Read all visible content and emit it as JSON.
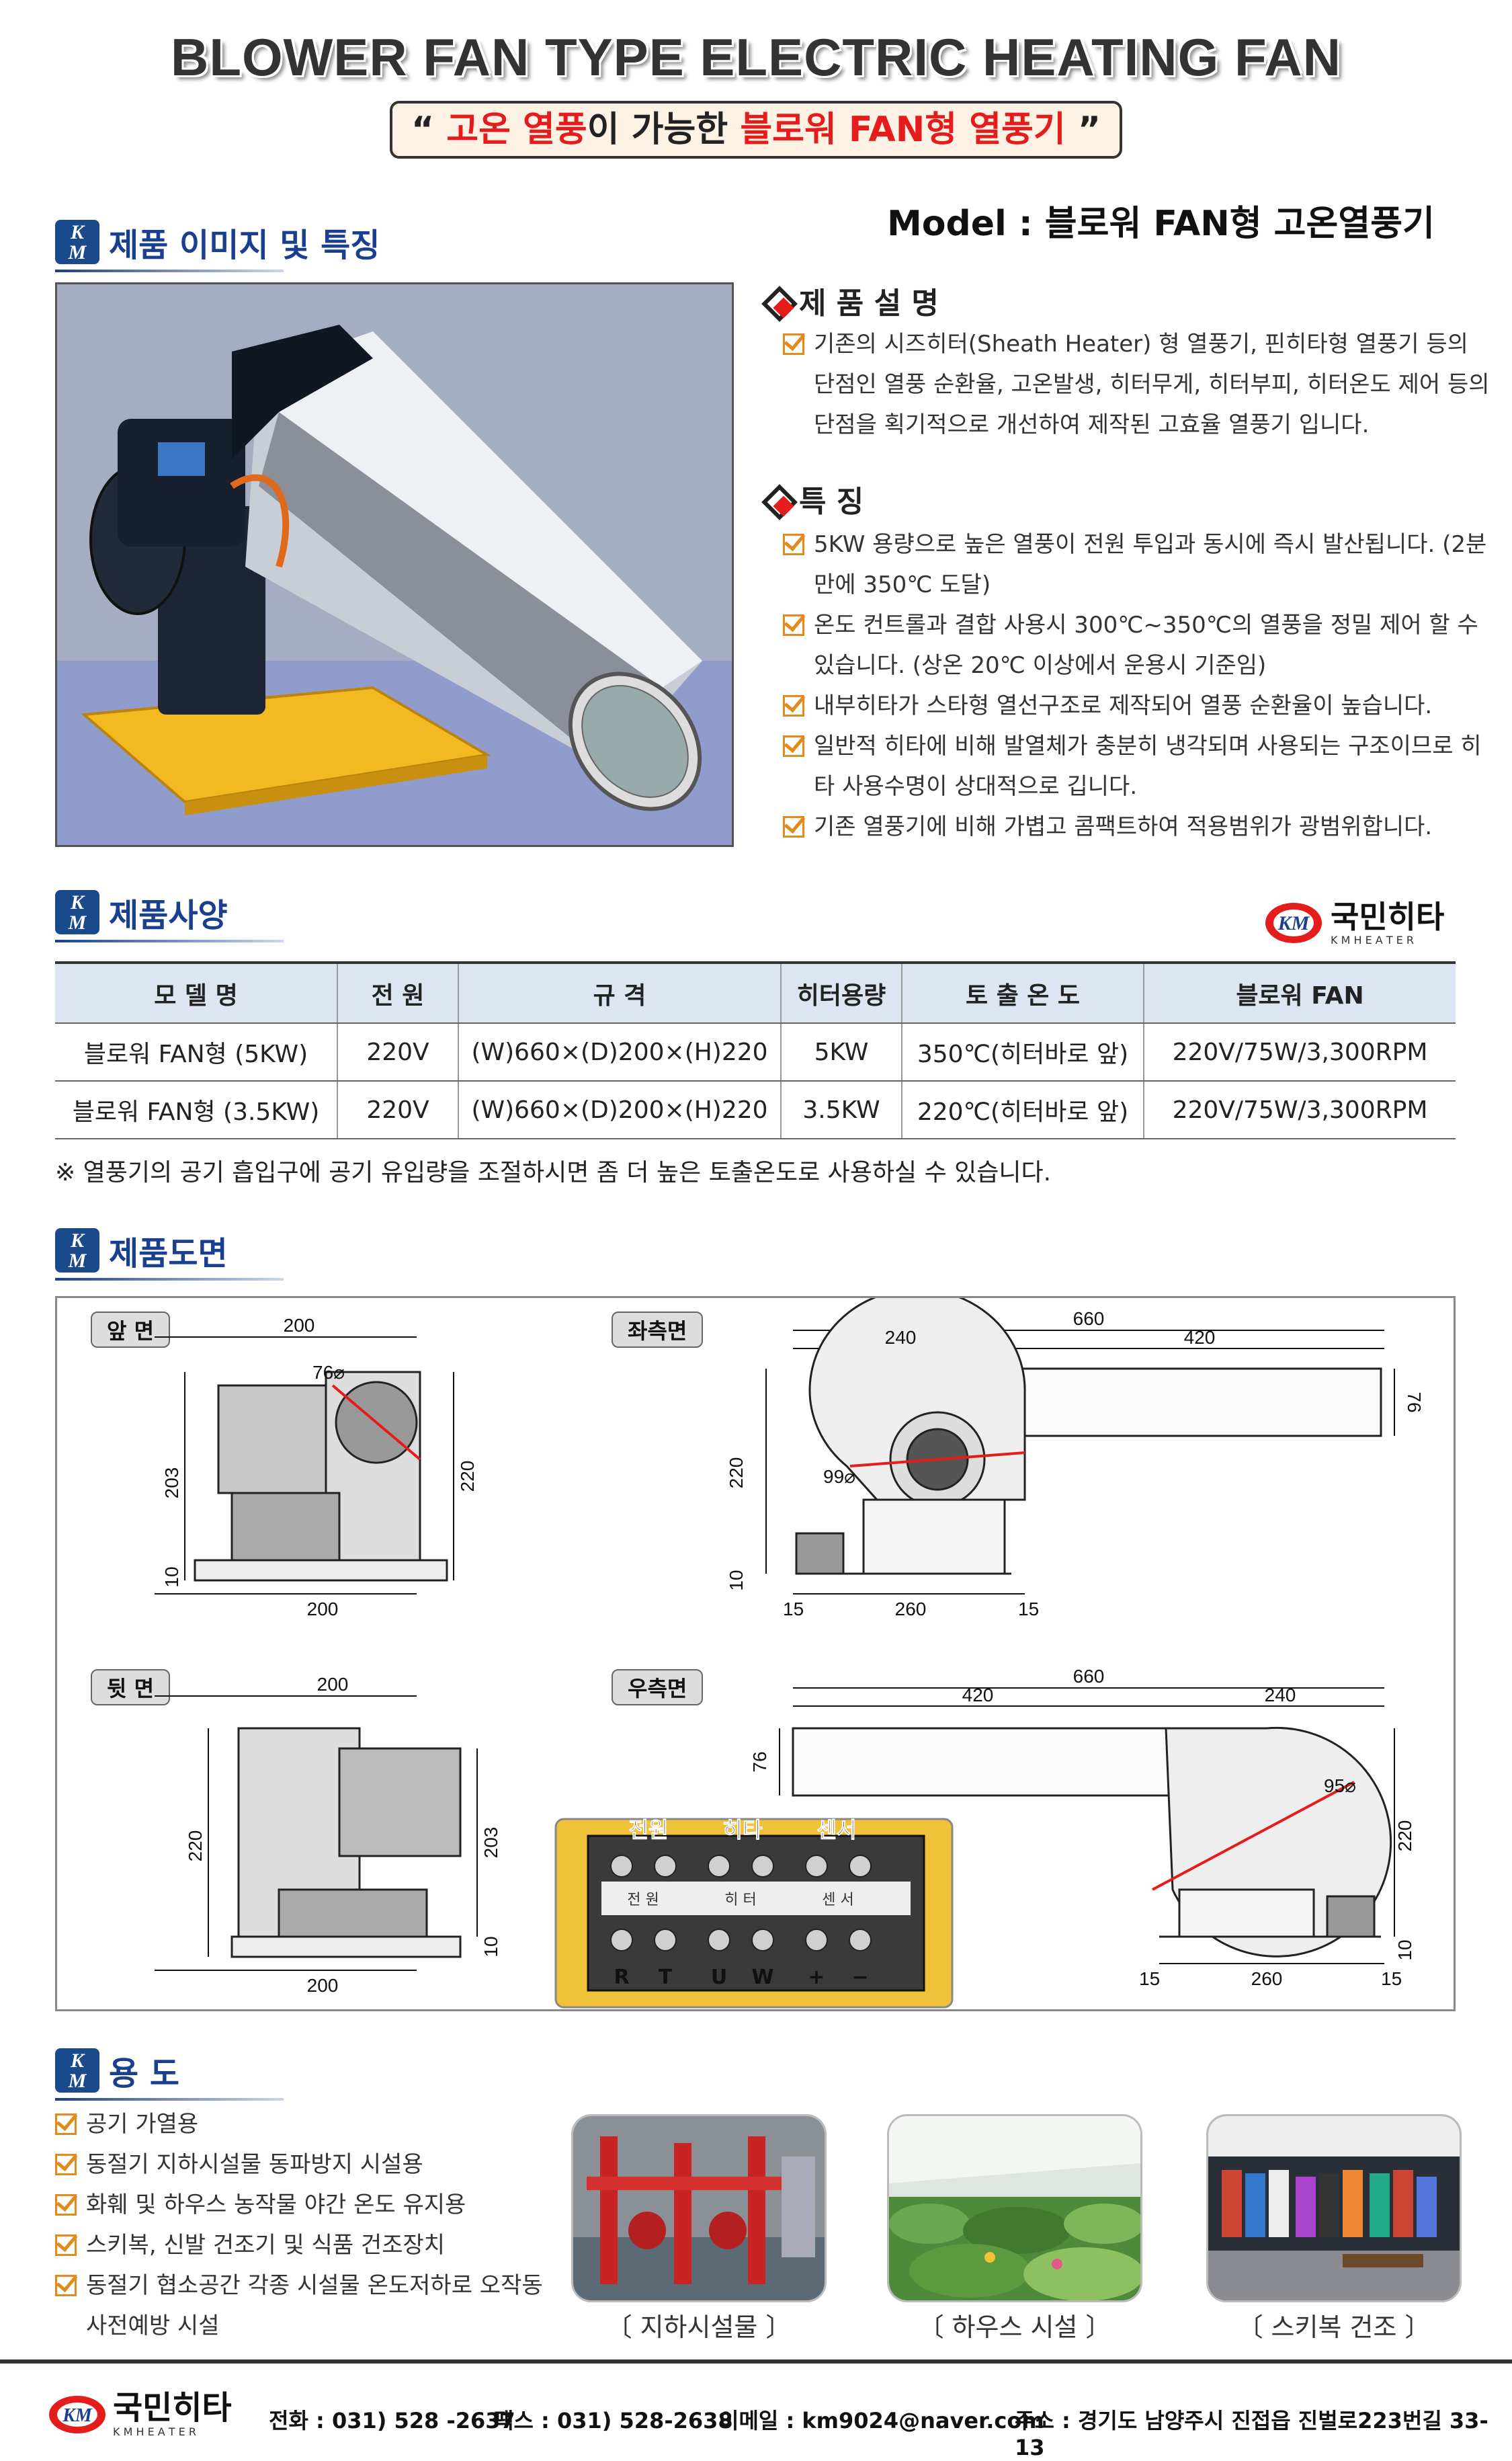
{
  "header": {
    "title": "BLOWER FAN TYPE ELECTRIC HEATING FAN",
    "subtitle_q1": "“",
    "subtitle_red1": "고온 열풍",
    "subtitle_mid": "이 가능한",
    "subtitle_red2": "블로워 FAN형 열풍기",
    "subtitle_q2": "”"
  },
  "section1": {
    "title": "제품 이미지 및 특징",
    "model": "Model : 블로워 FAN형 고온열풍기",
    "desc_title": "제 품 설 명",
    "desc": "기존의 시즈히터(Sheath Heater) 형 열풍기, 핀히타형 열풍기 등의 단점인 열풍 순환율, 고온발생, 히터무게, 히터부피, 히터온도 제어 등의 단점을 획기적으로 개선하여 제작된 고효율 열풍기 입니다.",
    "feat_title": "특 징",
    "features": [
      "5KW 용량으로 높은 열풍이 전원 투입과 동시에 즉시 발산됩니다. (2분만에 350℃ 도달)",
      "온도 컨트롤과 결합 사용시 300℃~350℃의 열풍을 정밀 제어 할 수 있습니다. (상온 20℃ 이상에서 운용시 기준임)",
      "내부히타가 스타형 열선구조로 제작되어 열풍 순환율이 높습니다.",
      "일반적 히타에 비해 발열체가 충분히 냉각되며 사용되는 구조이므로 히타 사용수명이 상대적으로 깁니다.",
      "기존 열풍기에 비해 가볍고 콤팩트하여 적용범위가 광범위합니다."
    ]
  },
  "section2": {
    "title": "제품사양",
    "brand": "국민히타",
    "brand_sub": "K M   H E A T E R",
    "headers": [
      "모 델 명",
      "전 원",
      "규      격",
      "히터용량",
      "토 출 온 도",
      "블로워 FAN"
    ],
    "rows": [
      [
        "블로워 FAN형 (5KW)",
        "220V",
        "(W)660×(D)200×(H)220",
        "5KW",
        "350℃(히터바로 앞)",
        "220V/75W/3,300RPM"
      ],
      [
        "블로워 FAN형 (3.5KW)",
        "220V",
        "(W)660×(D)200×(H)220",
        "3.5KW",
        "220℃(히터바로 앞)",
        "220V/75W/3,300RPM"
      ]
    ],
    "note": "※ 열풍기의 공기 흡입구에 공기 유입량을 조절하시면 좀 더 높은 토출온도로 사용하실 수 있습니다."
  },
  "section3": {
    "title": "제품도면",
    "front": "앞 면",
    "left": "좌측면",
    "back": "뒷 면",
    "right": "우측면",
    "terminal_top": [
      "전원",
      "히타",
      "센서"
    ],
    "terminal_plate": [
      "전  원",
      "히  터",
      "센  서"
    ],
    "terminal_bottom": [
      "R",
      "T",
      "U",
      "W",
      "+",
      "−"
    ],
    "dims": {
      "d200": "200",
      "d76d": "76⌀",
      "d203": "203",
      "d220": "220",
      "d10": "10",
      "d660": "660",
      "d240": "240",
      "d420": "420",
      "d76": "76",
      "d99": "99⌀",
      "d15": "15",
      "d260": "260",
      "d95": "95⌀"
    }
  },
  "section4": {
    "title": "용 도",
    "items": [
      "공기 가열용",
      "동절기 지하시설물 동파방지 시설용",
      "화훼 및 하우스 농작물 야간 온도 유지용",
      "스키복, 신발 건조기 및 식품 건조장치",
      "동절기 협소공간 각종 시설물 온도저하로 오작동 사전예방 시설"
    ],
    "captions": [
      "〔 지하시설물 〕",
      "〔 하우스 시설 〕",
      "〔 스키복 건조 〕"
    ]
  },
  "footer": {
    "brand": "국민히타",
    "brand_sub": "K M   H E A T E R",
    "tel": "전화 : 031) 528 -2637",
    "fax": "팩스 : 031) 528-2638",
    "email": "이메일 : km9024@naver.com",
    "addr": "주소 : 경기도 남양주시 진접읍 진벌로223번길 33-13"
  },
  "colors": {
    "brand_blue": "#1b3f8f",
    "accent_red": "#e51c1c",
    "check_orange": "#e48a1c"
  }
}
